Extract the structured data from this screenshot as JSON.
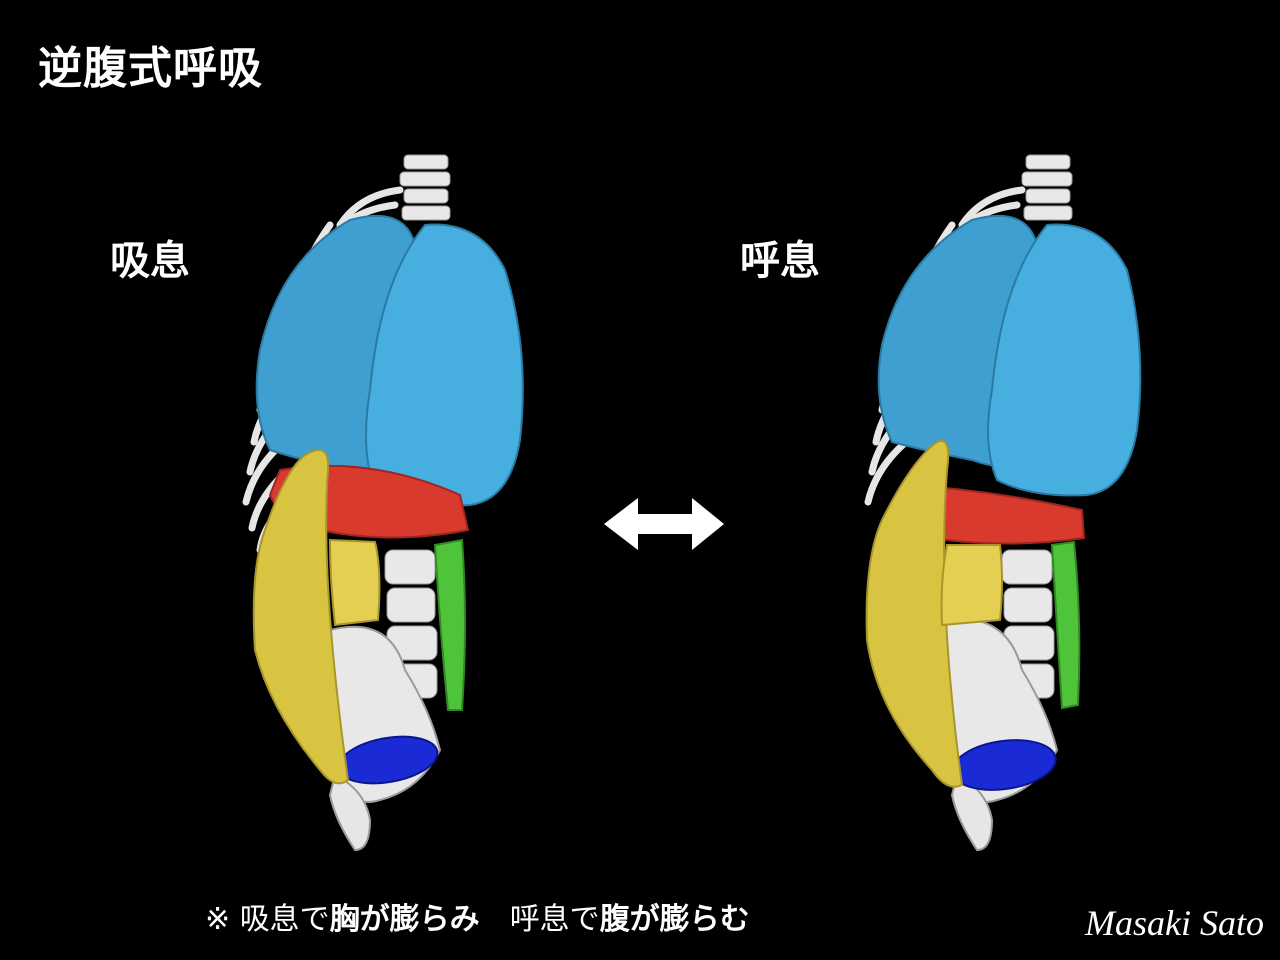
{
  "title": "逆腹式呼吸",
  "inhale_label": "吸息",
  "exhale_label": "呼息",
  "caption": {
    "mark": "※ ",
    "part1": "吸息で",
    "part1_bold": "胸が膨らみ",
    "spacer": "　",
    "part2": "呼息で",
    "part2_bold": "腹が膨らむ"
  },
  "credit": "Masaki Sato",
  "colors": {
    "lung": "#3ea6d9",
    "diaphragm": "#d83a2e",
    "abdominal_wall": "#d9c441",
    "back_muscle": "#4fc43a",
    "pelvic_floor": "#1a2bd6",
    "bone": "#e8e8e8",
    "background": "#000000"
  },
  "icons": {
    "arrow": "double-arrow-icon"
  }
}
